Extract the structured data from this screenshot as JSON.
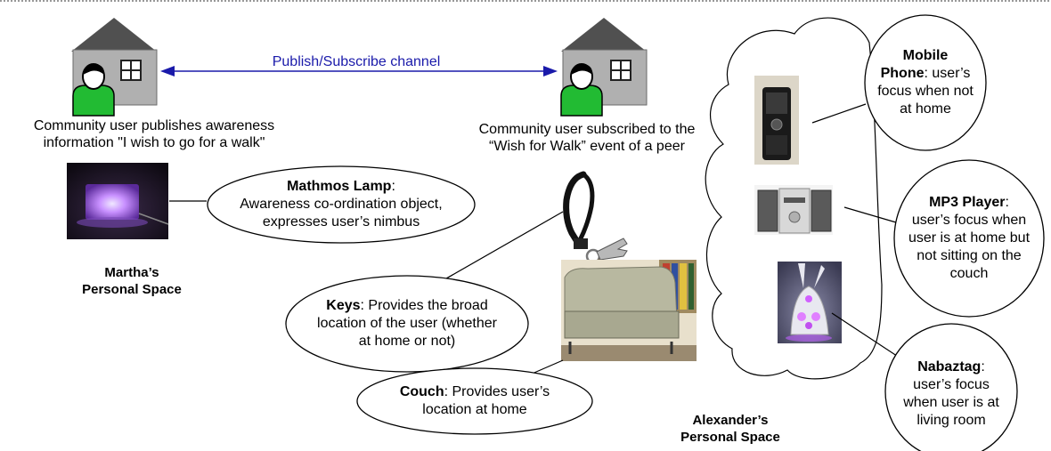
{
  "channel": {
    "label": "Publish/Subscribe channel"
  },
  "publisher": {
    "caption_line1": "Community user publishes awareness",
    "caption_line2": "information \"I wish to go for a walk\""
  },
  "subscriber": {
    "caption_line1": "Community user subscribed to the",
    "caption_line2": "“Wish for Walk” event of a peer"
  },
  "martha_space": {
    "line1": "Martha’s",
    "line2": "Personal Space"
  },
  "alexander_space": {
    "line1": "Alexander’s",
    "line2": "Personal Space"
  },
  "lamp_bubble": {
    "title": "Mathmos Lamp",
    "title_suffix": ":",
    "line2": "Awareness co-ordination object,",
    "line3": "expresses user’s nimbus"
  },
  "keys_bubble": {
    "title": "Keys",
    "title_suffix": ": Provides the broad",
    "line2": "location of the user (whether",
    "line3": "at home or not)"
  },
  "couch_bubble": {
    "title": "Couch",
    "title_suffix": ": Provides user’s",
    "line2": "location at home"
  },
  "mobile_bubble": {
    "title_line1": "Mobile",
    "title_line2": "Phone",
    "title_suffix": ": user’s",
    "line3": "focus when not",
    "line4": "at home"
  },
  "mp3_bubble": {
    "title": "MP3 Player",
    "title_suffix": ":",
    "line2": "user’s focus when",
    "line3": "user is at home but",
    "line4": "not sitting on the",
    "line5": "couch"
  },
  "nabaztag_bubble": {
    "title": "Nabaztag",
    "title_suffix": ":",
    "line2": "user’s focus",
    "line3": "when user is at",
    "line4": "living room"
  },
  "colors": {
    "house": "#5a5a5a",
    "house_wall": "#b0b0b0",
    "user": "#22bb33",
    "arrow": "#1a1aaa",
    "channel_text": "#1a1aaa"
  }
}
